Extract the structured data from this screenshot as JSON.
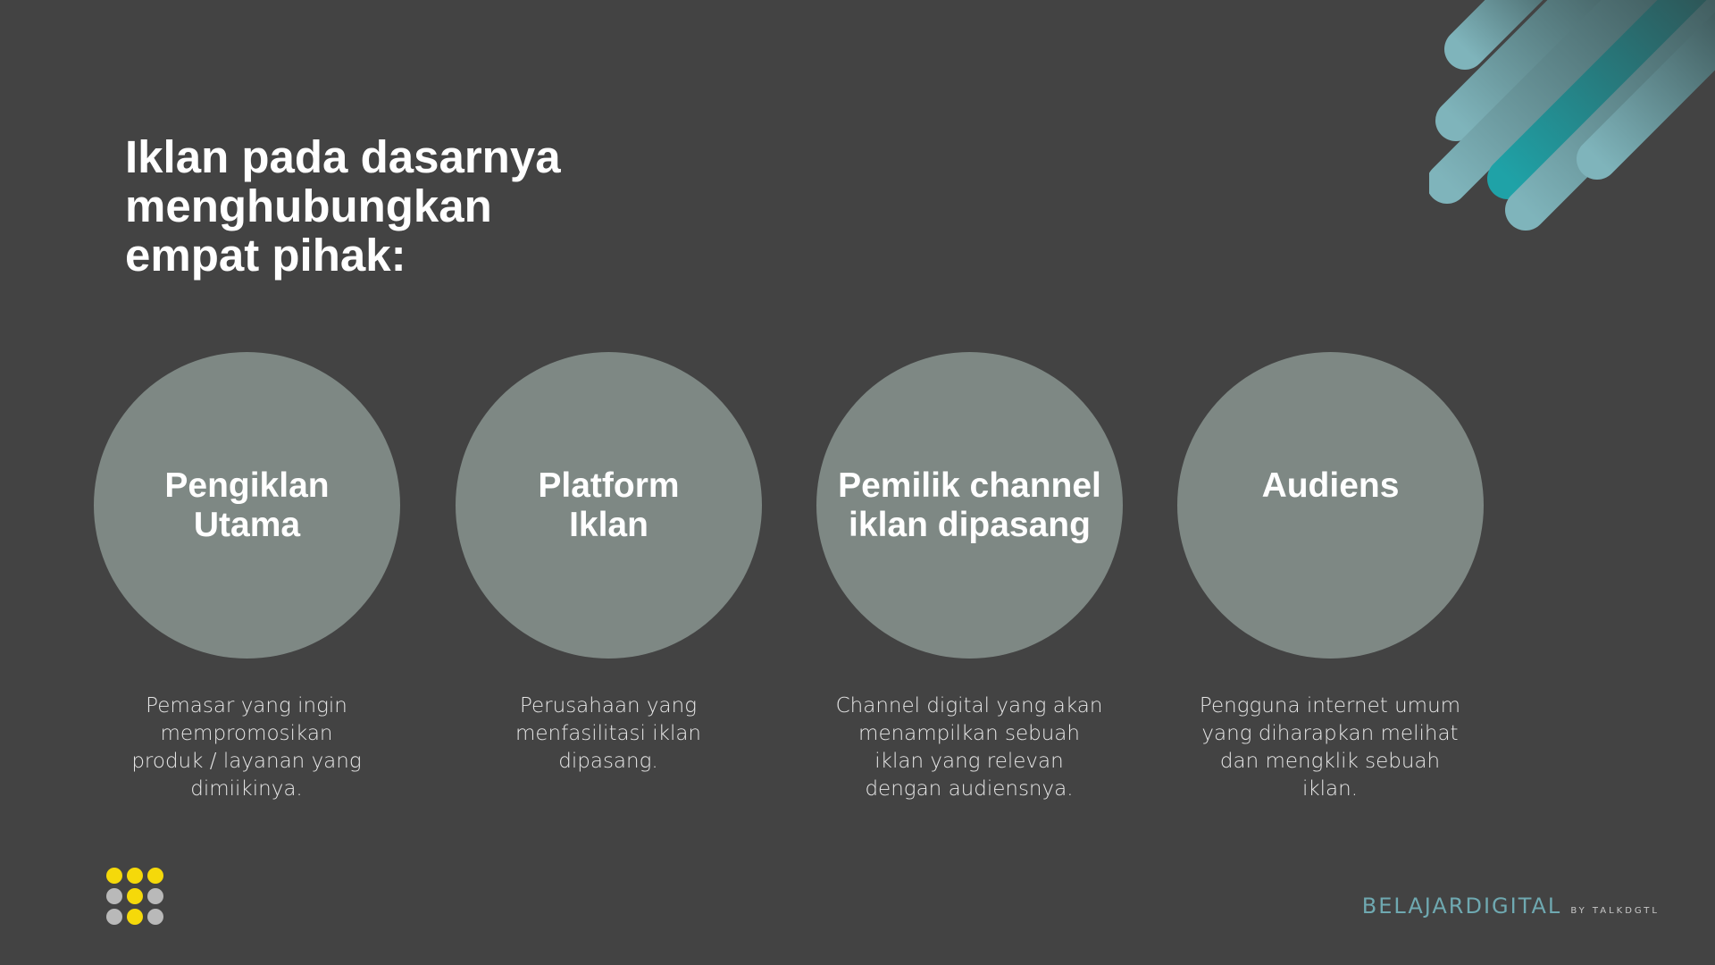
{
  "headline": {
    "lines": [
      "Iklan pada dasarnya",
      "menghubungkan",
      "empat pihak:"
    ]
  },
  "parties": [
    {
      "title": [
        "Pengiklan",
        "Utama"
      ],
      "description": [
        "Pemasar yang ingin",
        "mempromosikan",
        "produk / layanan yang",
        "dimiikinya."
      ]
    },
    {
      "title": [
        "Platform",
        "Iklan"
      ],
      "description": [
        "Perusahaan yang",
        "menfasilitasi iklan",
        "dipasang."
      ]
    },
    {
      "title": [
        "Pemilik channel",
        "iklan dipasang"
      ],
      "description": [
        "Channel digital yang akan",
        "menampilkan sebuah",
        "iklan yang relevan",
        "dengan audiensnya."
      ]
    },
    {
      "title": [
        "Audiens"
      ],
      "description": [
        "Pengguna internet umum",
        "yang diharapkan melihat",
        "dan mengklik sebuah",
        "iklan."
      ]
    }
  ],
  "branding": {
    "name": "BELAJARDIGITAL",
    "byline": "BY TALKDGTL"
  },
  "colors": {
    "background": "#434343",
    "circle": "#7e8884",
    "accent_yellow": "#f5d90a",
    "accent_grey": "#b9b9b9",
    "accent_teal": "#2a8f95"
  }
}
